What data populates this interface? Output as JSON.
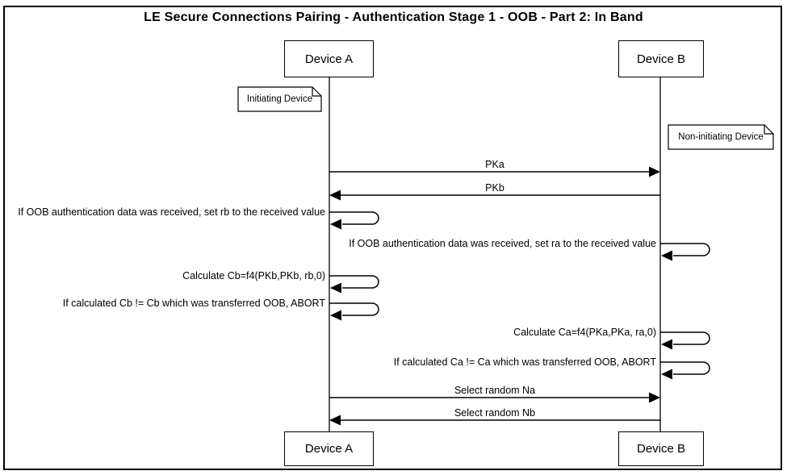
{
  "diagram": {
    "type": "sequence-diagram",
    "title": "LE Secure Connections Pairing - Authentication Stage 1 - OOB - Part 2: In Band",
    "participants": [
      {
        "name": "Device A",
        "note": "Initiating Device"
      },
      {
        "name": "Device B",
        "note": "Non-initiating Device"
      }
    ],
    "messages": [
      {
        "label": "PKa",
        "from": "Device A",
        "to": "Device B",
        "kind": "arrow"
      },
      {
        "label": "PKb",
        "from": "Device B",
        "to": "Device A",
        "kind": "arrow"
      },
      {
        "label": "If OOB authentication data was received, set rb to the received value",
        "actor": "Device A",
        "kind": "self"
      },
      {
        "label": "If OOB authentication data was received, set ra to the received value",
        "actor": "Device B",
        "kind": "self"
      },
      {
        "label": "Calculate Cb=f4(PKb,PKb, rb,0)",
        "actor": "Device A",
        "kind": "self"
      },
      {
        "label": "If calculated Cb != Cb which was transferred OOB, ABORT",
        "actor": "Device A",
        "kind": "self"
      },
      {
        "label": "Calculate Ca=f4(PKa,PKa, ra,0)",
        "actor": "Device B",
        "kind": "self"
      },
      {
        "label": "If calculated Ca != Ca which was transferred OOB, ABORT",
        "actor": "Device B",
        "kind": "self"
      },
      {
        "label": "Select random Na",
        "from": "Device A",
        "to": "Device B",
        "kind": "arrow"
      },
      {
        "label": "Select random Nb",
        "from": "Device B",
        "to": "Device A",
        "kind": "arrow"
      }
    ],
    "colors": {
      "stroke": "#000000",
      "background": "#ffffff"
    }
  }
}
